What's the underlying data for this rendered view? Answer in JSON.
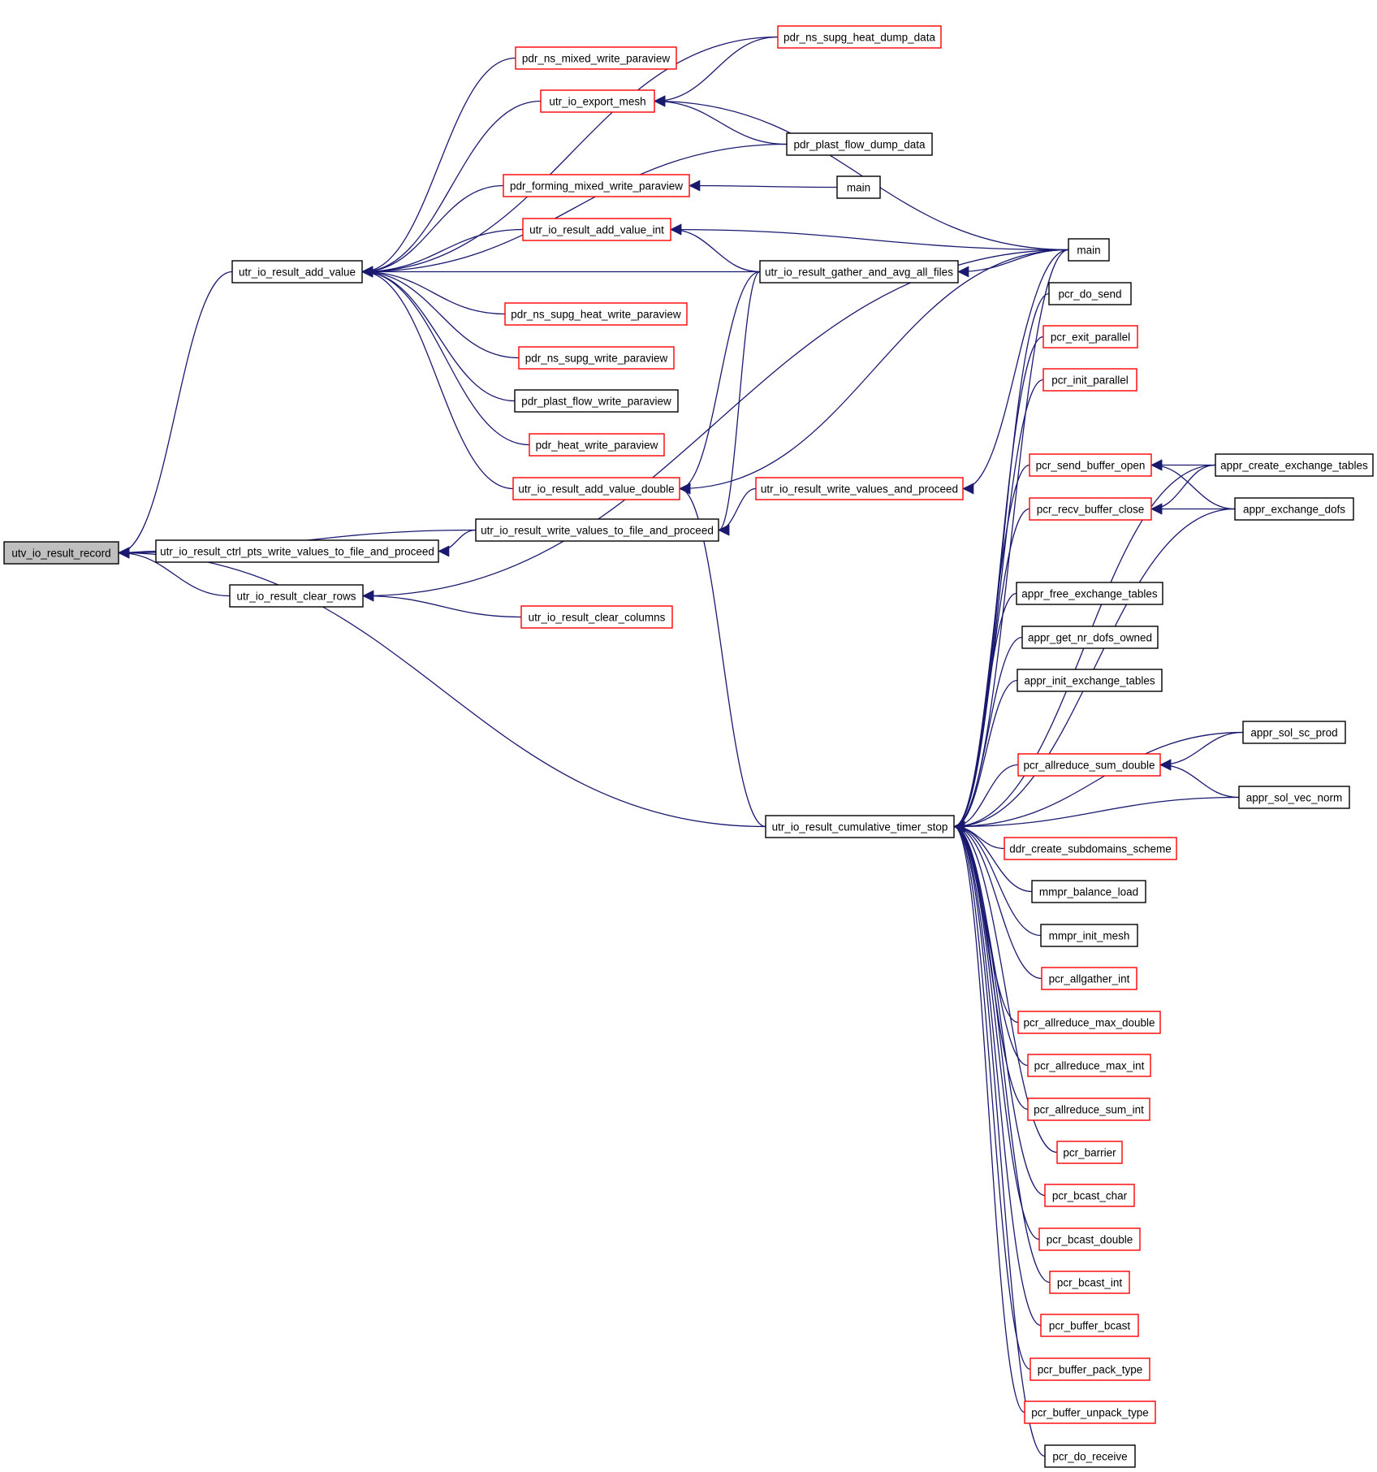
{
  "colors": {
    "edge": "#191970",
    "node_border_default": "#000000",
    "node_border_truncated": "#ff0000",
    "node_fill_focus": "#bfbfbf",
    "node_fill": "#ffffff"
  },
  "nodes": [
    {
      "id": "n_record",
      "label": "utv_io_result_record",
      "style": "focus"
    },
    {
      "id": "n_add_value",
      "label": "utr_io_result_add_value",
      "style": "black"
    },
    {
      "id": "n_ctrl_pts",
      "label": "utr_io_result_ctrl_pts_write_values_to_file_and_proceed",
      "style": "black"
    },
    {
      "id": "n_clear_rows",
      "label": "utr_io_result_clear_rows",
      "style": "black"
    },
    {
      "id": "n_ns_mixed",
      "label": "pdr_ns_mixed_write_paraview",
      "style": "red"
    },
    {
      "id": "n_export_mesh",
      "label": "utr_io_export_mesh",
      "style": "red"
    },
    {
      "id": "n_forming",
      "label": "pdr_forming_mixed_write_paraview",
      "style": "red"
    },
    {
      "id": "n_add_value_int",
      "label": "utr_io_result_add_value_int",
      "style": "red"
    },
    {
      "id": "n_ns_supg_heat_pv",
      "label": "pdr_ns_supg_heat_write_paraview",
      "style": "red"
    },
    {
      "id": "n_ns_supg_pv",
      "label": "pdr_ns_supg_write_paraview",
      "style": "red"
    },
    {
      "id": "n_plast_flow_pv",
      "label": "pdr_plast_flow_write_paraview",
      "style": "black"
    },
    {
      "id": "n_heat_pv",
      "label": "pdr_heat_write_paraview",
      "style": "red"
    },
    {
      "id": "n_add_value_double",
      "label": "utr_io_result_add_value_double",
      "style": "red"
    },
    {
      "id": "n_write_values_file",
      "label": "utr_io_result_write_values_to_file_and_proceed",
      "style": "black"
    },
    {
      "id": "n_clear_columns",
      "label": "utr_io_result_clear_columns",
      "style": "red"
    },
    {
      "id": "n_ns_supg_heat_dump",
      "label": "pdr_ns_supg_heat_dump_data",
      "style": "red"
    },
    {
      "id": "n_plast_flow_dump",
      "label": "pdr_plast_flow_dump_data",
      "style": "black"
    },
    {
      "id": "n_main1",
      "label": "main",
      "style": "black"
    },
    {
      "id": "n_gather_avg",
      "label": "utr_io_result_gather_and_avg_all_files",
      "style": "black"
    },
    {
      "id": "n_write_values_proceed",
      "label": "utr_io_result_write_values_and_proceed",
      "style": "red"
    },
    {
      "id": "n_cum_timer",
      "label": "utr_io_result_cumulative_timer_stop",
      "style": "black"
    },
    {
      "id": "n_main2",
      "label": "main",
      "style": "black"
    },
    {
      "id": "n_do_send",
      "label": "pcr_do_send",
      "style": "black"
    },
    {
      "id": "n_exit_parallel",
      "label": "pcr_exit_parallel",
      "style": "red"
    },
    {
      "id": "n_init_parallel",
      "label": "pcr_init_parallel",
      "style": "red"
    },
    {
      "id": "n_send_buf_open",
      "label": "pcr_send_buffer_open",
      "style": "red"
    },
    {
      "id": "n_recv_buf_close",
      "label": "pcr_recv_buffer_close",
      "style": "red"
    },
    {
      "id": "n_free_exch",
      "label": "appr_free_exchange_tables",
      "style": "black"
    },
    {
      "id": "n_get_nr_dofs",
      "label": "appr_get_nr_dofs_owned",
      "style": "black"
    },
    {
      "id": "n_init_exch",
      "label": "appr_init_exchange_tables",
      "style": "black"
    },
    {
      "id": "n_allred_sum_dbl",
      "label": "pcr_allreduce_sum_double",
      "style": "red"
    },
    {
      "id": "n_ddr_create",
      "label": "ddr_create_subdomains_scheme",
      "style": "red"
    },
    {
      "id": "n_balance_load",
      "label": "mmpr_balance_load",
      "style": "black"
    },
    {
      "id": "n_init_mesh",
      "label": "mmpr_init_mesh",
      "style": "black"
    },
    {
      "id": "n_allgather_int",
      "label": "pcr_allgather_int",
      "style": "red"
    },
    {
      "id": "n_allred_max_dbl",
      "label": "pcr_allreduce_max_double",
      "style": "red"
    },
    {
      "id": "n_allred_max_int",
      "label": "pcr_allreduce_max_int",
      "style": "red"
    },
    {
      "id": "n_allred_sum_int",
      "label": "pcr_allreduce_sum_int",
      "style": "red"
    },
    {
      "id": "n_barrier",
      "label": "pcr_barrier",
      "style": "red"
    },
    {
      "id": "n_bcast_char",
      "label": "pcr_bcast_char",
      "style": "red"
    },
    {
      "id": "n_bcast_double",
      "label": "pcr_bcast_double",
      "style": "red"
    },
    {
      "id": "n_bcast_int",
      "label": "pcr_bcast_int",
      "style": "red"
    },
    {
      "id": "n_buffer_bcast",
      "label": "pcr_buffer_bcast",
      "style": "red"
    },
    {
      "id": "n_buf_pack",
      "label": "pcr_buffer_pack_type",
      "style": "red"
    },
    {
      "id": "n_buf_unpack",
      "label": "pcr_buffer_unpack_type",
      "style": "red"
    },
    {
      "id": "n_do_receive",
      "label": "pcr_do_receive",
      "style": "black"
    },
    {
      "id": "n_create_exch",
      "label": "appr_create_exchange_tables",
      "style": "black"
    },
    {
      "id": "n_exchange_dofs",
      "label": "appr_exchange_dofs",
      "style": "black"
    },
    {
      "id": "n_sol_sc_prod",
      "label": "appr_sol_sc_prod",
      "style": "black"
    },
    {
      "id": "n_sol_vec_norm",
      "label": "appr_sol_vec_norm",
      "style": "black"
    }
  ],
  "edges": [
    [
      "n_add_value",
      "n_record"
    ],
    [
      "n_ctrl_pts",
      "n_record"
    ],
    [
      "n_clear_rows",
      "n_record"
    ],
    [
      "n_write_values_file",
      "n_record"
    ],
    [
      "n_cum_timer",
      "n_record"
    ],
    [
      "n_ns_mixed",
      "n_add_value"
    ],
    [
      "n_export_mesh",
      "n_add_value"
    ],
    [
      "n_forming",
      "n_add_value"
    ],
    [
      "n_add_value_int",
      "n_add_value"
    ],
    [
      "n_ns_supg_heat_pv",
      "n_add_value"
    ],
    [
      "n_ns_supg_pv",
      "n_add_value"
    ],
    [
      "n_plast_flow_pv",
      "n_add_value"
    ],
    [
      "n_heat_pv",
      "n_add_value"
    ],
    [
      "n_add_value_double",
      "n_add_value"
    ],
    [
      "n_ns_supg_heat_dump",
      "n_add_value"
    ],
    [
      "n_plast_flow_dump",
      "n_add_value"
    ],
    [
      "n_gather_avg",
      "n_add_value"
    ],
    [
      "n_write_values_file",
      "n_ctrl_pts"
    ],
    [
      "n_clear_columns",
      "n_clear_rows"
    ],
    [
      "n_main2",
      "n_clear_rows"
    ],
    [
      "n_ns_supg_heat_dump",
      "n_export_mesh"
    ],
    [
      "n_plast_flow_dump",
      "n_export_mesh"
    ],
    [
      "n_main2",
      "n_export_mesh"
    ],
    [
      "n_main1",
      "n_forming"
    ],
    [
      "n_main2",
      "n_add_value_int"
    ],
    [
      "n_gather_avg",
      "n_add_value_int"
    ],
    [
      "n_gather_avg",
      "n_add_value_double"
    ],
    [
      "n_main2",
      "n_add_value_double"
    ],
    [
      "n_cum_timer",
      "n_add_value_double"
    ],
    [
      "n_write_values_proceed",
      "n_write_values_file"
    ],
    [
      "n_gather_avg",
      "n_write_values_file"
    ],
    [
      "n_main2",
      "n_gather_avg"
    ],
    [
      "n_main2",
      "n_write_values_proceed"
    ],
    [
      "n_main2",
      "n_cum_timer"
    ],
    [
      "n_do_send",
      "n_cum_timer"
    ],
    [
      "n_exit_parallel",
      "n_cum_timer"
    ],
    [
      "n_init_parallel",
      "n_cum_timer"
    ],
    [
      "n_send_buf_open",
      "n_cum_timer"
    ],
    [
      "n_recv_buf_close",
      "n_cum_timer"
    ],
    [
      "n_free_exch",
      "n_cum_timer"
    ],
    [
      "n_get_nr_dofs",
      "n_cum_timer"
    ],
    [
      "n_init_exch",
      "n_cum_timer"
    ],
    [
      "n_allred_sum_dbl",
      "n_cum_timer"
    ],
    [
      "n_ddr_create",
      "n_cum_timer"
    ],
    [
      "n_balance_load",
      "n_cum_timer"
    ],
    [
      "n_init_mesh",
      "n_cum_timer"
    ],
    [
      "n_allgather_int",
      "n_cum_timer"
    ],
    [
      "n_allred_max_dbl",
      "n_cum_timer"
    ],
    [
      "n_allred_max_int",
      "n_cum_timer"
    ],
    [
      "n_allred_sum_int",
      "n_cum_timer"
    ],
    [
      "n_barrier",
      "n_cum_timer"
    ],
    [
      "n_bcast_char",
      "n_cum_timer"
    ],
    [
      "n_bcast_double",
      "n_cum_timer"
    ],
    [
      "n_bcast_int",
      "n_cum_timer"
    ],
    [
      "n_buffer_bcast",
      "n_cum_timer"
    ],
    [
      "n_buf_pack",
      "n_cum_timer"
    ],
    [
      "n_buf_unpack",
      "n_cum_timer"
    ],
    [
      "n_do_receive",
      "n_cum_timer"
    ],
    [
      "n_create_exch",
      "n_cum_timer"
    ],
    [
      "n_exchange_dofs",
      "n_cum_timer"
    ],
    [
      "n_sol_sc_prod",
      "n_cum_timer"
    ],
    [
      "n_sol_vec_norm",
      "n_cum_timer"
    ],
    [
      "n_create_exch",
      "n_send_buf_open"
    ],
    [
      "n_exchange_dofs",
      "n_send_buf_open"
    ],
    [
      "n_create_exch",
      "n_recv_buf_close"
    ],
    [
      "n_exchange_dofs",
      "n_recv_buf_close"
    ],
    [
      "n_sol_sc_prod",
      "n_allred_sum_dbl"
    ],
    [
      "n_sol_vec_norm",
      "n_allred_sum_dbl"
    ]
  ]
}
